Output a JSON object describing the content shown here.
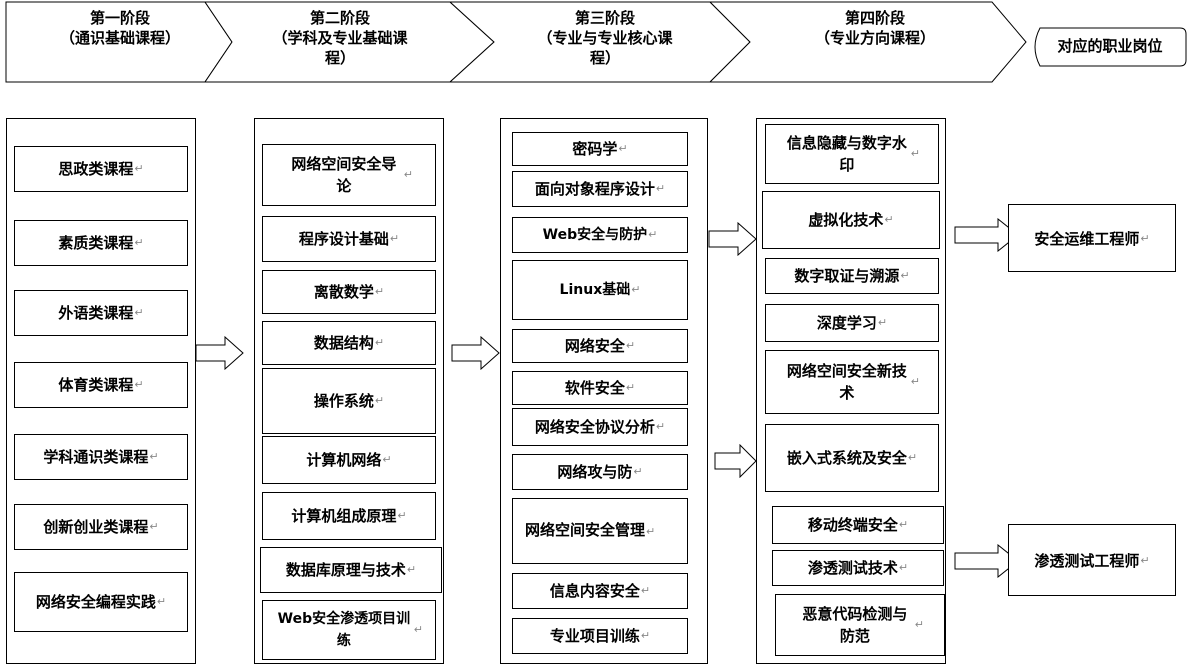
{
  "stages": [
    {
      "label": "第一阶段\n（通识基础课程）"
    },
    {
      "label": "第二阶段\n（学科及专业基础课\n程）"
    },
    {
      "label": "第三阶段\n（专业与专业核心课\n程）"
    },
    {
      "label": "第四阶段\n（专业方向课程）"
    },
    {
      "label": "对应的职业岗位"
    }
  ],
  "stage1_courses": [
    "思政类课程",
    "素质类课程",
    "外语类课程",
    "体育类课程",
    "学科通识类课程",
    "创新创业类课程",
    "网络安全编程实践"
  ],
  "stage2_courses": [
    "网络空间安全导论",
    "程序设计基础",
    "离散数学",
    "数据结构",
    "操作系统",
    "计算机网络",
    "计算机组成原理",
    "数据库原理与技术",
    "Web安全渗透项目训练"
  ],
  "stage3_courses": [
    "密码学",
    "面向对象程序设计",
    "Web安全与防护",
    "Linux基础",
    "网络安全",
    "软件安全",
    "网络安全协议分析",
    "网络攻与防",
    "网络空间安全管理",
    "信息内容安全",
    "专业项目训练"
  ],
  "stage4_courses": [
    "信息隐藏与数字水印",
    "虚拟化技术",
    "数字取证与溯源",
    "深度学习",
    "网络空间安全新技术",
    "嵌入式系统及安全",
    "移动终端安全",
    "渗透测试技术",
    "恶意代码检测与防范"
  ],
  "jobs": [
    "安全运维工程师",
    "渗透测试工程师"
  ],
  "return_mark": "↵"
}
